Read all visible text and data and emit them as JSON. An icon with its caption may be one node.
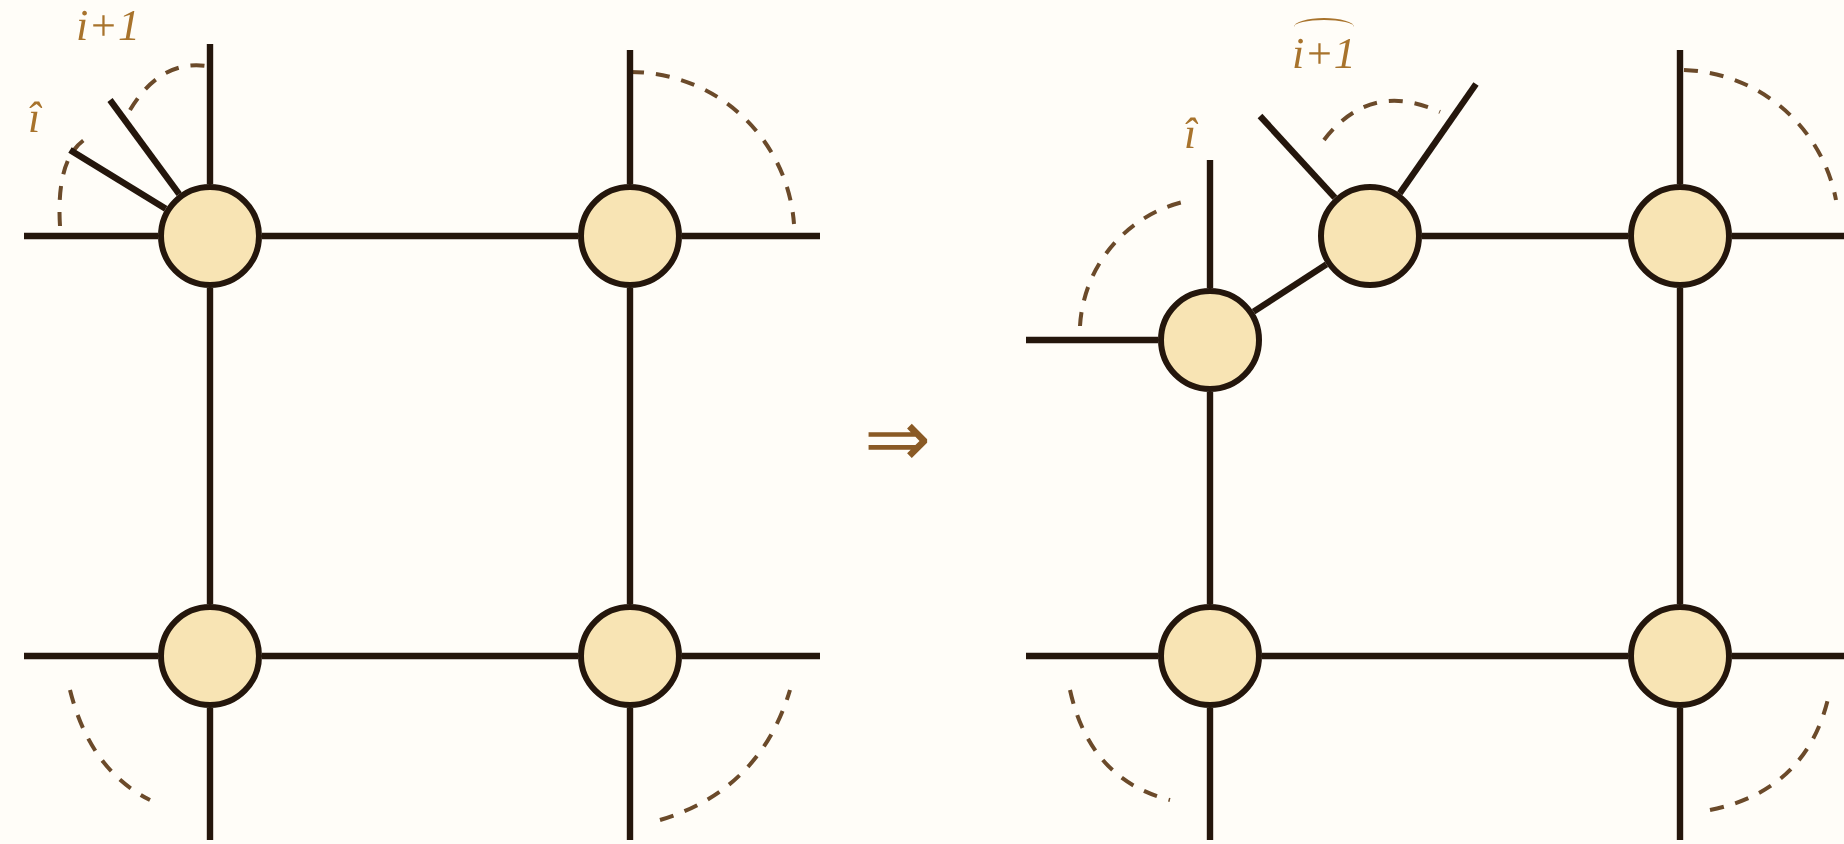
{
  "diagram": {
    "nodes": [
      {
        "text": [],
        "shape": "circle"
      },
      {
        "text": [],
        "shape": "circle"
      },
      {
        "text": [],
        "shape": "circle"
      },
      {
        "text": [],
        "shape": "circle"
      },
      {
        "text": [],
        "shape": "circle"
      },
      {
        "text": [],
        "shape": "circle"
      },
      {
        "text": [],
        "shape": "circle"
      },
      {
        "text": [],
        "shape": "circle"
      },
      {
        "text": [],
        "shape": "circle"
      }
    ],
    "edges": [
      {
        "from": 0,
        "to": 1,
        "arrow": "none"
      },
      {
        "from": 0,
        "to": 2,
        "arrow": "none"
      },
      {
        "from": 1,
        "to": 3,
        "arrow": "none"
      },
      {
        "from": 2,
        "to": 3,
        "arrow": "none"
      },
      {
        "from": 4,
        "to": 5,
        "arrow": "none"
      },
      {
        "from": 5,
        "to": 6,
        "arrow": "none"
      },
      {
        "from": 4,
        "to": 7,
        "arrow": "none"
      },
      {
        "from": 6,
        "to": 8,
        "arrow": "none"
      },
      {
        "from": 7,
        "to": 8,
        "arrow": "none"
      },
      {
        "from": 0,
        "to": null,
        "arrow": "none"
      },
      {
        "from": 0,
        "to": null,
        "arrow": "none"
      },
      {
        "from": 0,
        "to": null,
        "arrow": "none"
      },
      {
        "from": 0,
        "to": null,
        "arrow": "none"
      },
      {
        "from": 1,
        "to": null,
        "arrow": "none"
      },
      {
        "from": 1,
        "to": null,
        "arrow": "none"
      },
      {
        "from": 2,
        "to": null,
        "arrow": "none"
      },
      {
        "from": 2,
        "to": null,
        "arrow": "none"
      },
      {
        "from": 3,
        "to": null,
        "arrow": "none"
      },
      {
        "from": 3,
        "to": null,
        "arrow": "none"
      },
      {
        "from": 4,
        "to": null,
        "arrow": "none"
      },
      {
        "from": 4,
        "to": null,
        "arrow": "none"
      },
      {
        "from": 5,
        "to": null,
        "arrow": "none"
      },
      {
        "from": 5,
        "to": null,
        "arrow": "none"
      },
      {
        "from": 6,
        "to": null,
        "arrow": "none"
      },
      {
        "from": 6,
        "to": null,
        "arrow": "none"
      },
      {
        "from": 7,
        "to": null,
        "arrow": "none"
      },
      {
        "from": 7,
        "to": null,
        "arrow": "none"
      },
      {
        "from": 8,
        "to": null,
        "arrow": "none"
      },
      {
        "from": 8,
        "to": null,
        "arrow": "none"
      }
    ],
    "labels": [
      "i+1",
      "î",
      "⇒",
      "i+1",
      "î"
    ]
  }
}
